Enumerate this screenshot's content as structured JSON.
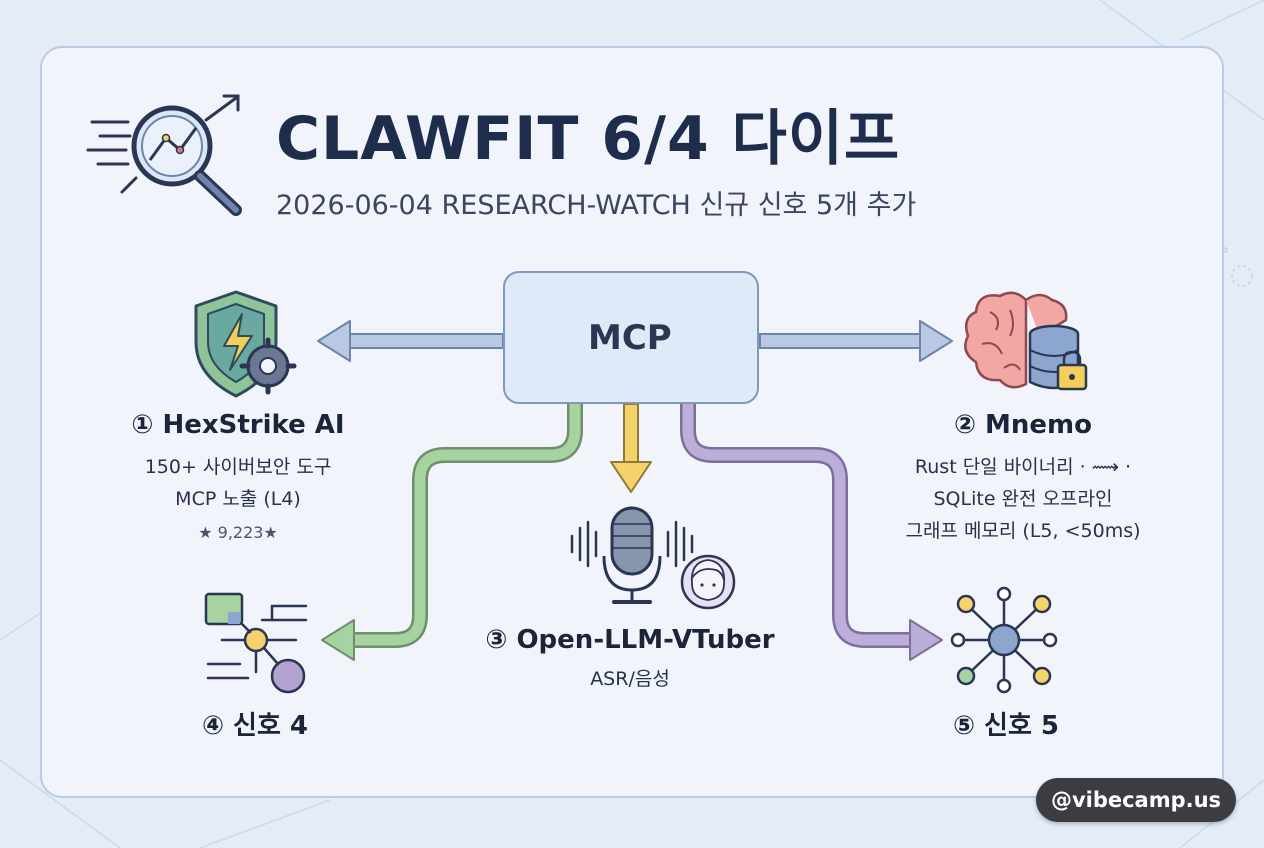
{
  "header": {
    "title": "CLAWFIT 6/4 다이프",
    "subtitle": "2026-06-04 RESEARCH-WATCH 신규 신호 5개 추가"
  },
  "hub": {
    "label": "MCP"
  },
  "signals": [
    {
      "title": "① HexStrike AI",
      "desc": [
        "150+ 사이버보안 도구",
        "MCP 노출 (L4)"
      ],
      "stars": "★ 9,223★"
    },
    {
      "title": "② Mnemo",
      "desc": [
        "Rust 단일 바이너리 · ⟿ ·",
        "SQLite 완전 오프라인",
        "그래프 메모리 (L5, <50ms)"
      ]
    },
    {
      "title": "③ Open-LLM-VTuber",
      "desc": [
        "ASR/음성"
      ]
    },
    {
      "title": "④ 신호 4"
    },
    {
      "title": "⑤ 신호 5"
    }
  ],
  "badge": {
    "handle": "@vibecamp.us"
  },
  "colors": {
    "arrow_blue": "#9fb3d6",
    "arrow_green": "#9ccf9a",
    "arrow_yellow": "#f2cf5b",
    "arrow_purple": "#b3a3d1",
    "title": "#1f2d4d"
  },
  "icons": [
    "magnifier-chart-icon",
    "shield-gear-icon",
    "shield-icon",
    "lock-icon",
    "brain-database-icon",
    "microphone-icon",
    "avatar-icon",
    "network-icon",
    "graph-flow-icon"
  ]
}
